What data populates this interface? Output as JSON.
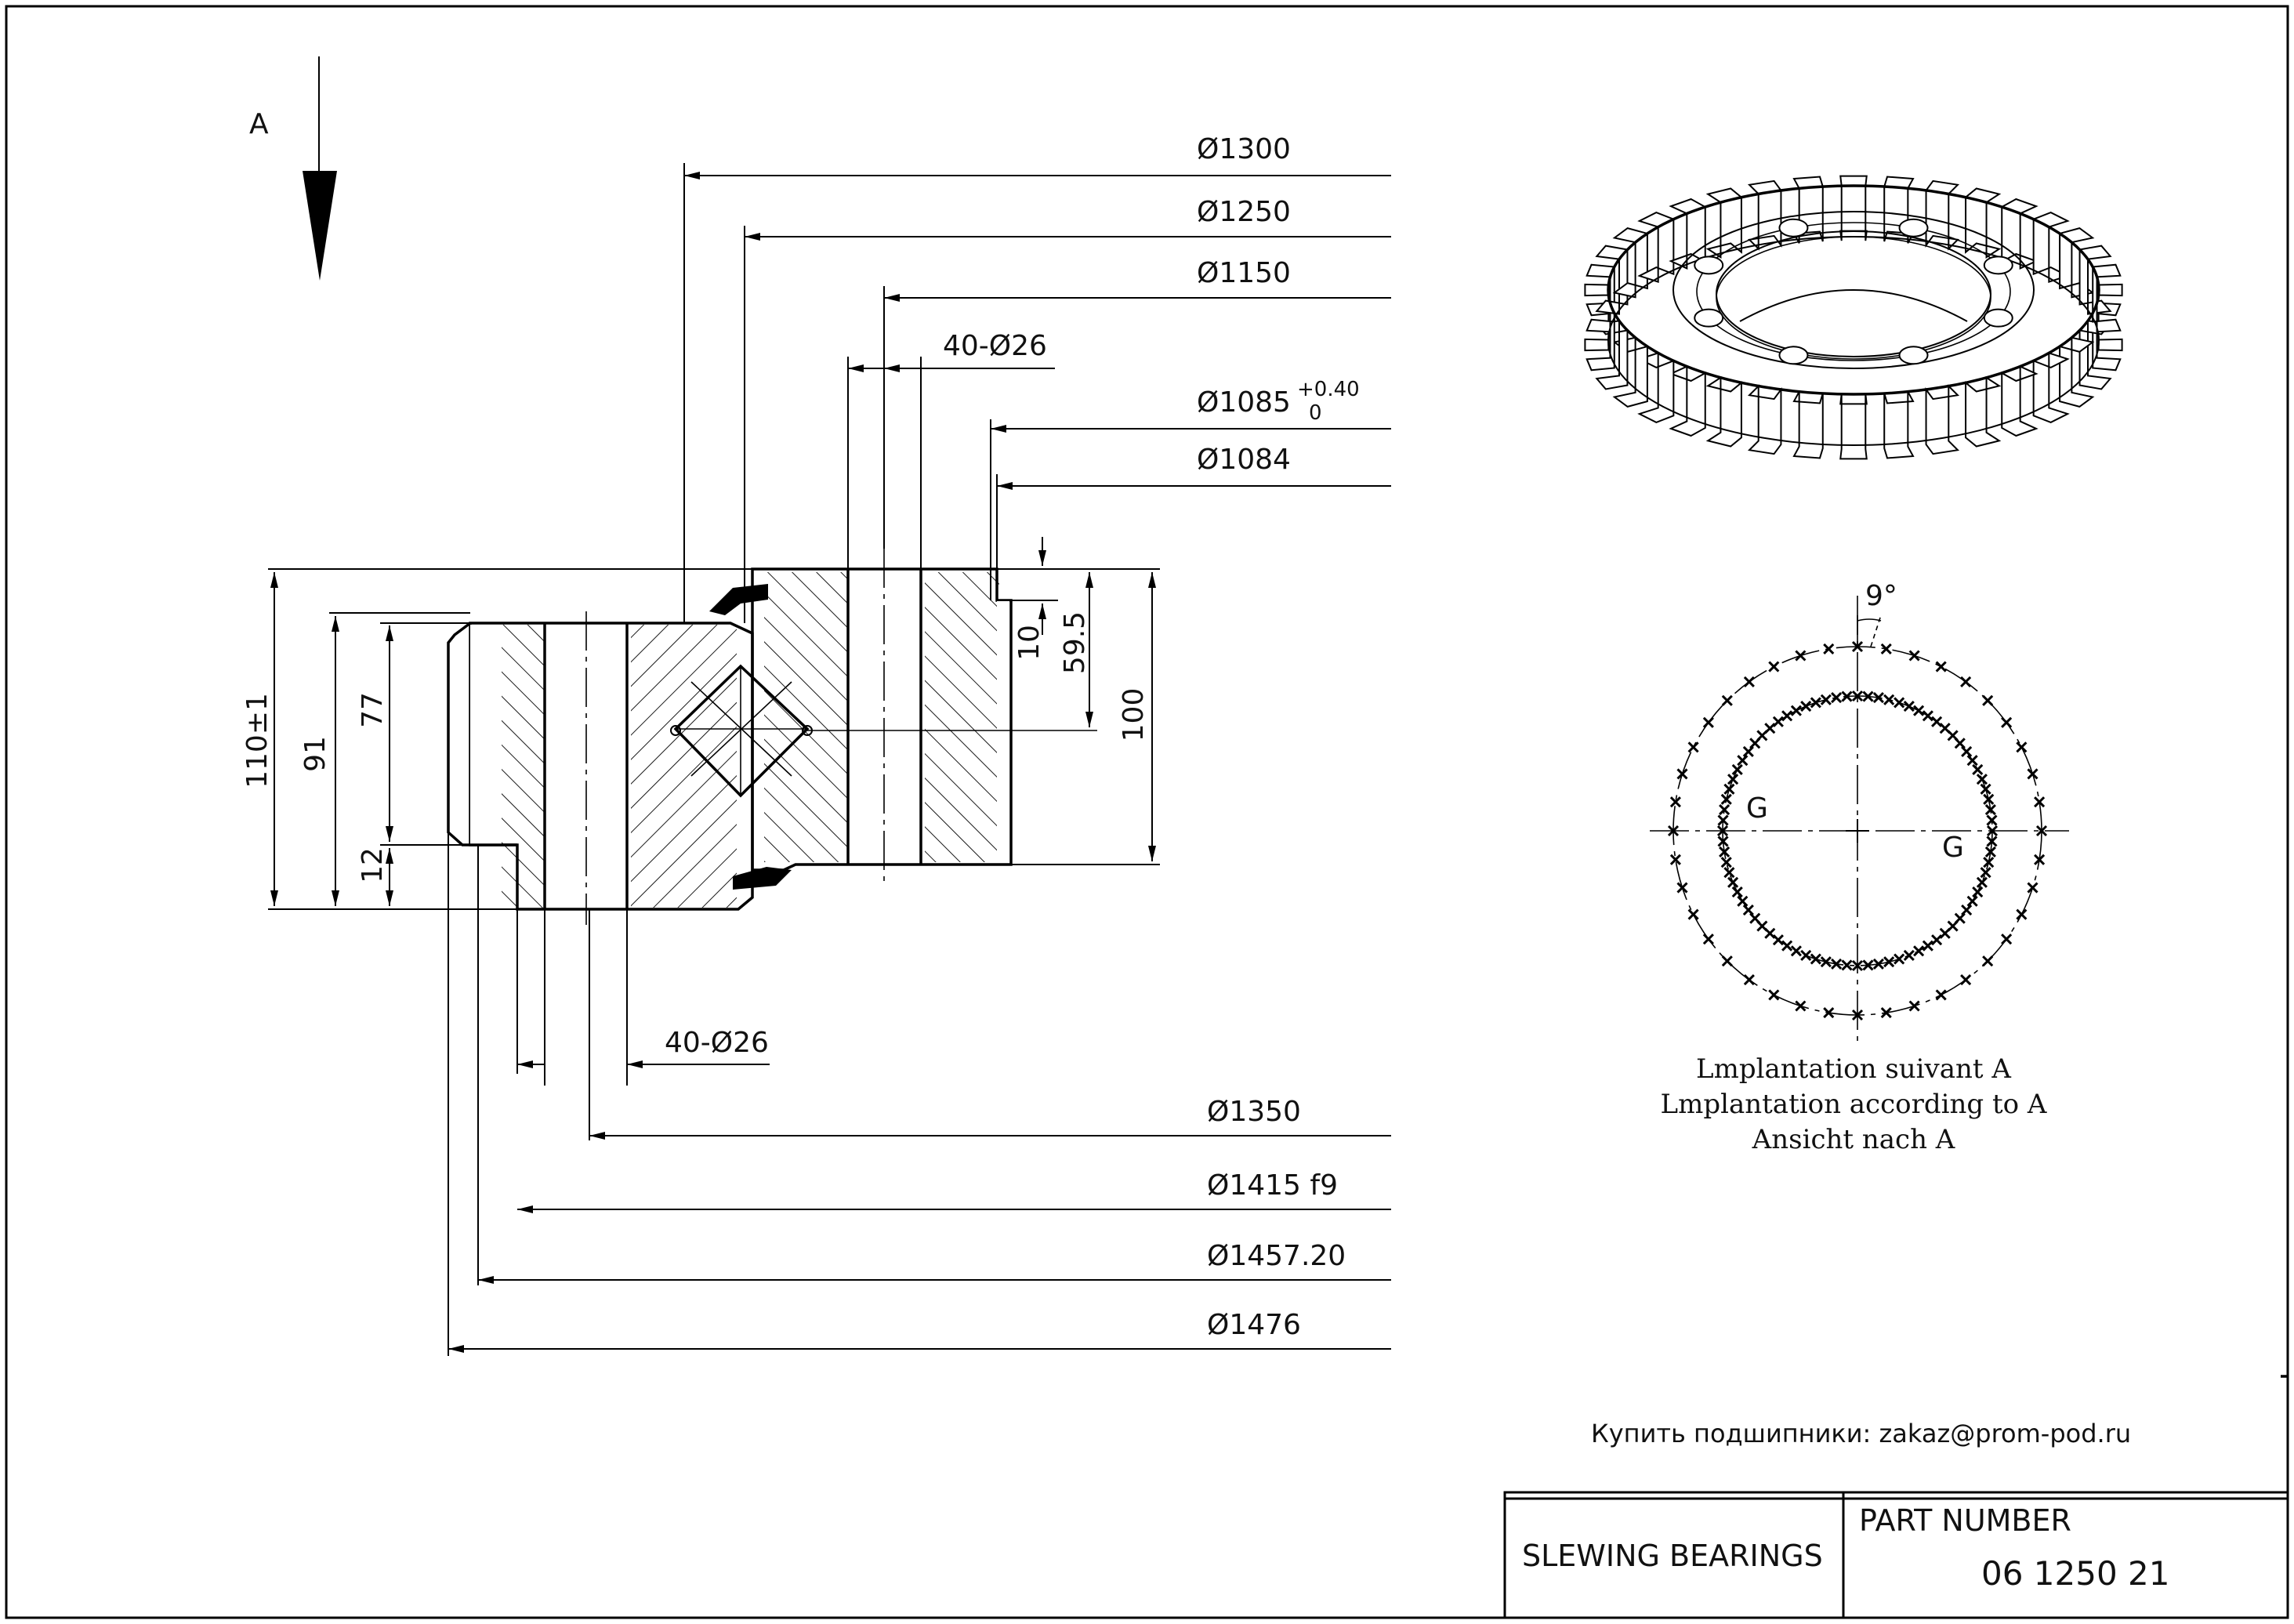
{
  "view_marker": "A",
  "dimensions": {
    "d1300": "Ø1300",
    "d1250": "Ø1250",
    "d1150": "Ø1150",
    "holes_top": "40-Ø26",
    "d1085": "Ø1085",
    "d1085_tol_upper": "+0.40",
    "d1085_tol_lower": "0",
    "d1084": "Ø1084",
    "d1350": "Ø1350",
    "d1415": "Ø1415 f9",
    "d1457": "Ø1457.20",
    "d1476": "Ø1476",
    "holes_bottom": "40-Ø26",
    "h110": "110±1",
    "h91": "91",
    "h77": "77",
    "h12": "12",
    "h10": "10",
    "h59": "59.5",
    "h100": "100"
  },
  "plan_view": {
    "angle": "9°",
    "gauge_left": "G",
    "gauge_right": "G",
    "caption_fr": "Lmplantation suivant A",
    "caption_en": "Lmplantation according to A",
    "caption_de": "Ansicht nach A"
  },
  "contact": "Купить подшипники: zakaz@prom-pod.ru",
  "title_block": {
    "title": "SLEWING BEARINGS",
    "part_number_label": "PART  NUMBER",
    "part_number": "06 1250 21"
  },
  "gear": {
    "teeth": 36
  },
  "hole_pattern": {
    "holes_per_circle": 40,
    "pitch_deg": 9
  }
}
